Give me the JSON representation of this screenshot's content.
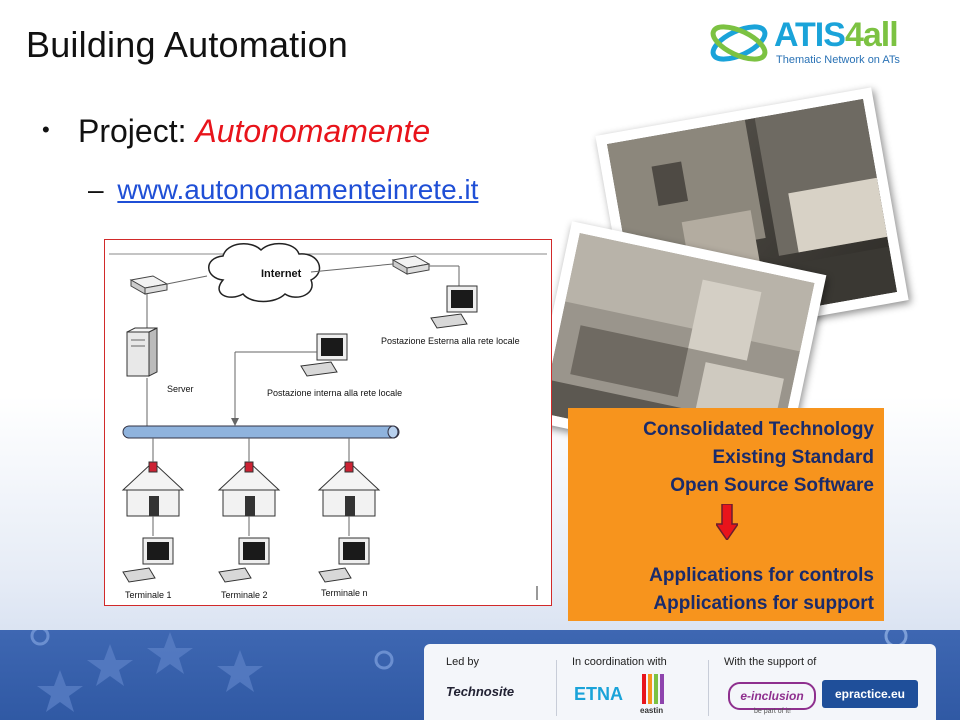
{
  "slide": {
    "title": "Building Automation"
  },
  "logo": {
    "name_a": "ATIS",
    "name_b": "4all",
    "subtitle": "Thematic Network on ATs"
  },
  "bullet": {
    "label": "Project: ",
    "project": "Autonomamente"
  },
  "subbullet": {
    "dash": "–",
    "link": "www.autonomamenteinrete.it"
  },
  "diagram": {
    "internet": "Internet",
    "external_station": "Postazione Esterna alla rete locale",
    "server": "Server",
    "internal_station": "Postazione interna alla rete locale",
    "terminals": [
      "Terminale 1",
      "Terminale 2",
      "Terminale n"
    ]
  },
  "info_box": {
    "lines_top": [
      "Consolidated Technology",
      "Existing Standard",
      "Open Source Software"
    ],
    "lines_bottom": [
      "Applications for controls",
      "Applications for support"
    ]
  },
  "footer": {
    "led_by": "Led by",
    "coordination": "In coordination with",
    "support": "With the support of",
    "logos": {
      "technosite": "Technosite",
      "etna": "ETNA",
      "eastin": "eastin",
      "einclusion": "e-inclusion",
      "einclusion_tag": "be part of it!",
      "epractice": "epractice.eu"
    }
  },
  "colors": {
    "accent_red": "#e8141b",
    "box_orange": "#f7941d",
    "box_text": "#1a2b6b",
    "link_blue": "#1f4fd6",
    "footer_blue": "#3e67b2"
  }
}
